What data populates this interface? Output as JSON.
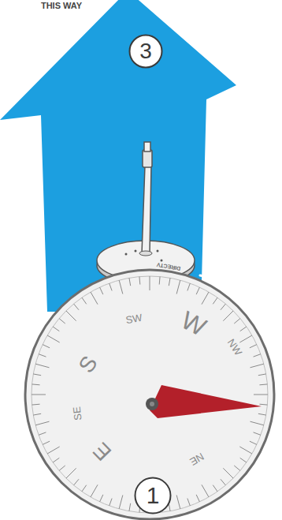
{
  "diagram": {
    "nodes": [
      {
        "text": [
          "3"
        ]
      },
      {
        "text": [
          "1"
        ]
      }
    ],
    "labels": [
      "THIS WAY",
      "DIRECTV",
      "SW",
      "W",
      "NW",
      "S",
      "SE",
      "E",
      "NE"
    ]
  }
}
